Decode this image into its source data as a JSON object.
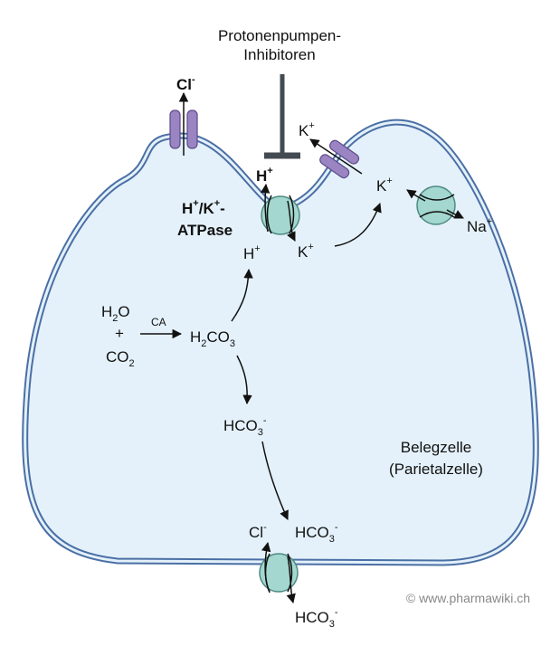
{
  "inhibitor": {
    "line1": "Protonenpumpen-",
    "line2": "Inhibitoren"
  },
  "cl_top": {
    "base": "Cl",
    "sup": "-"
  },
  "h_out": {
    "base": "H",
    "sup": "+"
  },
  "k_out": {
    "base": "K",
    "sup": "+"
  },
  "k_in_right": {
    "base": "K",
    "sup": "+"
  },
  "na_out": {
    "base": "Na",
    "sup": "+"
  },
  "atpase": {
    "h": "H",
    "sup1": "+",
    "slash": "/K",
    "sup2": "+",
    "dash": "-",
    "line2": "ATPase"
  },
  "h_in": {
    "base": "H",
    "sup": "+"
  },
  "k_in": {
    "base": "K",
    "sup": "+"
  },
  "h2o": {
    "a": "H",
    "sub": "2",
    "b": "O"
  },
  "plus": "+",
  "co2": {
    "a": "CO",
    "sub": "2"
  },
  "ca": "CA",
  "h2co3": {
    "a": "H",
    "sub1": "2",
    "b": "CO",
    "sub2": "3"
  },
  "hco3_mid": {
    "a": "HCO",
    "sub": "3",
    "sup": "-"
  },
  "cell_name": {
    "line1": "Belegzelle",
    "line2": "(Parietalzelle)"
  },
  "cl_bottom": {
    "base": "Cl",
    "sup": "-"
  },
  "hco3_in": {
    "a": "HCO",
    "sub": "3",
    "sup": "-"
  },
  "hco3_out": {
    "a": "HCO",
    "sub": "3",
    "sup": "-"
  },
  "copyright": "© www.pharmawiki.ch",
  "colors": {
    "cell_fill": "#e4f1fa",
    "membrane": "#4a6fa5",
    "transporter": "#a3d7cf",
    "channel": "#9b84c2"
  }
}
